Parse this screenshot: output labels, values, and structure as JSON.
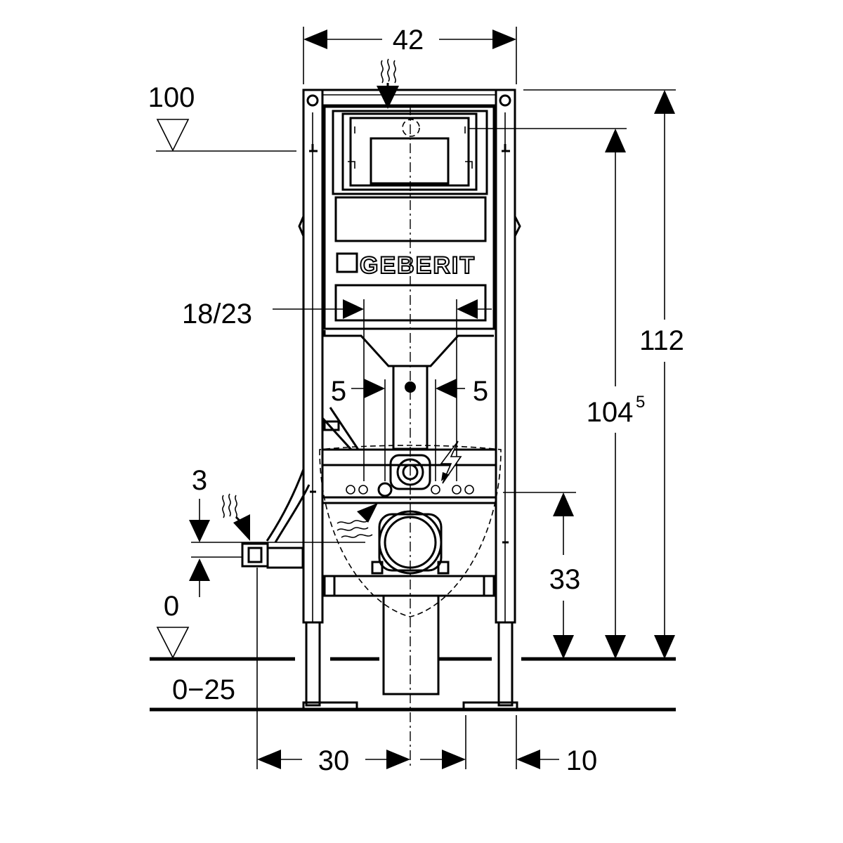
{
  "dimensions": {
    "frame_width": "42",
    "top_level": "100",
    "actuator_offset": "18/23",
    "left_gap": "5",
    "right_gap": "5",
    "height_104_main": "104",
    "height_104_sup": "5",
    "total_height": "112",
    "supply_height": "3",
    "floor_zero": "0",
    "floor_range": "0−25",
    "drain_height": "33",
    "left_offset": "30",
    "right_offset": "10"
  },
  "logo": {
    "brand": "GEBERIT"
  },
  "icons": {
    "water_inlet_top": "water-inlet-icon",
    "water_inlet_side": "water-inlet-icon",
    "warm_air": "warm-air-icon",
    "electric": "lightning-icon",
    "level_triangle": "level-triangle-icon"
  }
}
